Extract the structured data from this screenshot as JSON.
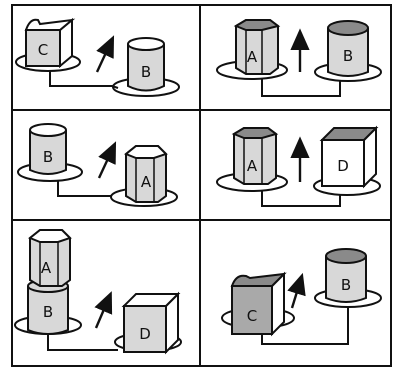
{
  "grid": {
    "rows": 3,
    "cols": 2
  },
  "colors": {
    "ink": "#111111",
    "light_face": "#d8d8d8",
    "dark_top": "#8a8a8a",
    "white": "#ffffff",
    "dark_face": "#a9a9a9"
  },
  "panels": [
    {
      "label_left": "C",
      "label_right": "B",
      "left_shape": "cube-notched",
      "right_shape": "cylinder",
      "left_top": "white",
      "right_top": "white",
      "arrow": "tilted"
    },
    {
      "label_left": "A",
      "label_right": "B",
      "left_shape": "hex-prism",
      "right_shape": "cylinder",
      "left_top": "dark",
      "right_top": "dark",
      "arrow": "vertical"
    },
    {
      "label_left": "B",
      "label_right": "A",
      "left_shape": "cylinder",
      "right_shape": "hex-prism",
      "left_top": "white",
      "right_top": "white",
      "arrow": "tilted"
    },
    {
      "label_left": "A",
      "label_right": "D",
      "left_shape": "hex-prism",
      "right_shape": "cube",
      "left_top": "dark",
      "right_top": "dark",
      "arrow": "vertical"
    },
    {
      "label_left_top": "A",
      "label_left_bottom": "B",
      "label_right": "D",
      "left_shape": "hex-on-cylinder",
      "right_shape": "cube",
      "left_top": "white",
      "right_top": "white",
      "arrow": "tilted"
    },
    {
      "label_left": "C",
      "label_right": "B",
      "left_shape": "cube-notched",
      "right_shape": "cylinder",
      "left_top": "dark",
      "right_top": "dark",
      "arrow": "tilted"
    }
  ]
}
